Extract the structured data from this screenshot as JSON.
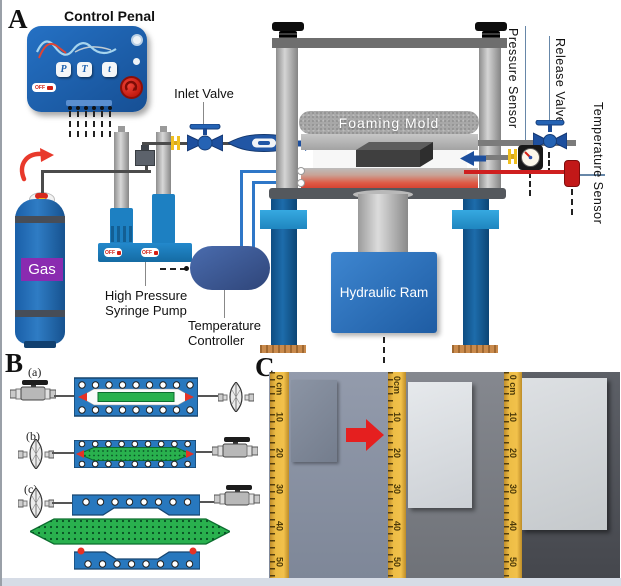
{
  "panel_labels": {
    "a": "A",
    "b": "B",
    "c": "C"
  },
  "panel_a": {
    "control_panel": {
      "title": "Control Penal",
      "button_p": "P",
      "button_t": "T",
      "button_time": "t",
      "off_label": "OFF"
    },
    "pump_off_label": "OFF",
    "inlet_valve_label": "Inlet Valve",
    "gas_label": "Gas",
    "pump_label_line1": "High Pressure",
    "pump_label_line2": "Syringe Pump",
    "temp_controller_line1": "Temperature",
    "temp_controller_line2": "Controller",
    "foaming_mold_label": "Foaming Mold",
    "hydraulic_ram_label": "Hydraulic Ram",
    "pressure_sensor_label": "Pressure Sensor",
    "release_valve_label": "Release Valve",
    "temperature_sensor_label": "Temperature Sensor"
  },
  "panel_b": {
    "row_a": "(a)",
    "row_b": "(b)",
    "row_c": "(c)"
  },
  "panel_c": {
    "rulers": [
      {
        "marks": [
          "0 cm",
          "10",
          "20",
          "30",
          "40",
          "50"
        ]
      },
      {
        "marks": [
          "0cm",
          "10",
          "20",
          "30",
          "40",
          "50"
        ]
      },
      {
        "marks": [
          "0 cm",
          "10",
          "20",
          "30",
          "40",
          "50"
        ]
      }
    ]
  },
  "colors": {
    "panel_blue": "#1e63ae",
    "valve_blue": "#2156a5",
    "mold_blue": "#2878be",
    "sample_green": "#29b14e",
    "alert_red": "#e53225",
    "ruler_yellow": "#edbd45",
    "gas_purple": "#8a2bb0",
    "leg_blue": "#0e4d82"
  }
}
